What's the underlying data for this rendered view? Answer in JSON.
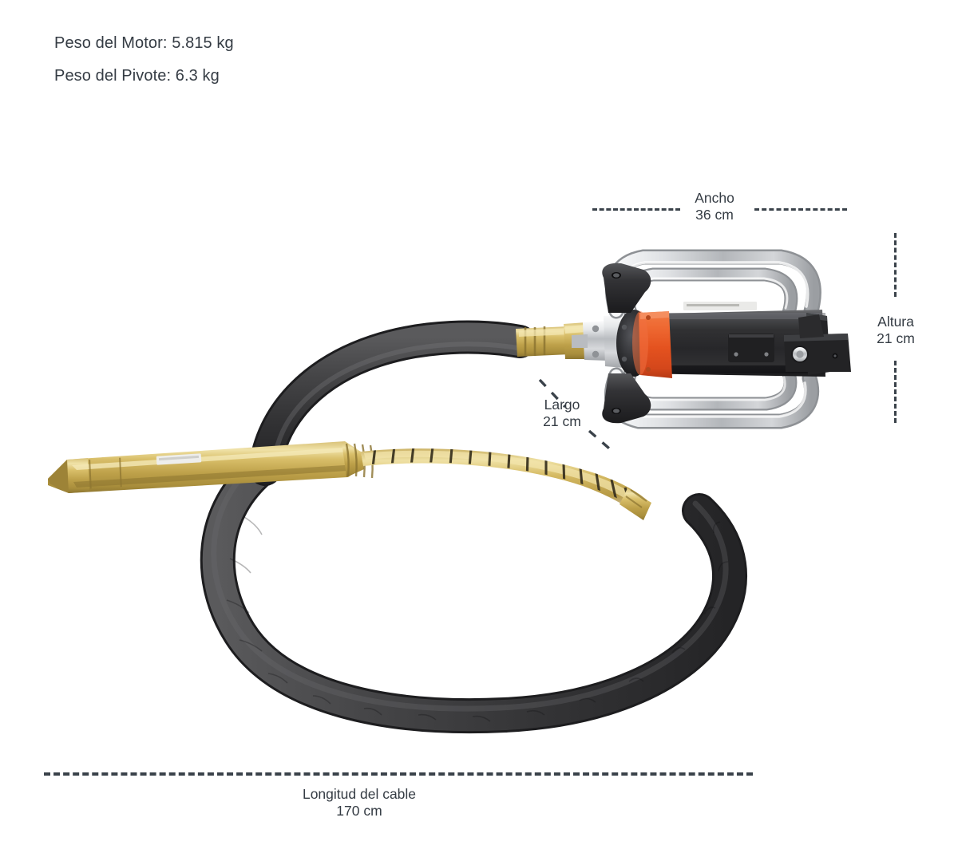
{
  "specs": {
    "motor_weight": "Peso del Motor: 5.815 kg",
    "pivot_weight": "Peso del Pivote: 6.3 kg"
  },
  "dimensions": {
    "width": {
      "label": "Ancho",
      "value": "36 cm"
    },
    "height": {
      "label": "Altura",
      "value": "21 cm"
    },
    "length": {
      "label": "Largo",
      "value": "21 cm"
    },
    "cable": {
      "label": "Longitud del cable",
      "value": "170 cm"
    }
  },
  "product": {
    "name": "concrete-vibrator",
    "parts": {
      "motor_housing": "black-motor-body",
      "collar": "orange-collar",
      "handle": "chrome-handle-frame",
      "bracket": "black-mounting-bracket",
      "hose": "black-flexible-hose",
      "spring": "brass-spring-section",
      "poker": "brass-vibrator-poker",
      "coupling": "brass-coupling",
      "shaft": "chrome-shaft"
    }
  },
  "colors": {
    "text": "#353c44",
    "dash": "#3a424a",
    "orange": "#e8562a",
    "brass": "#c9a84c",
    "brass_light": "#e4cf86",
    "hose": "#3a3a3a",
    "chrome": "#d8dadd",
    "body_black": "#2b2b2d",
    "background": "#ffffff"
  }
}
